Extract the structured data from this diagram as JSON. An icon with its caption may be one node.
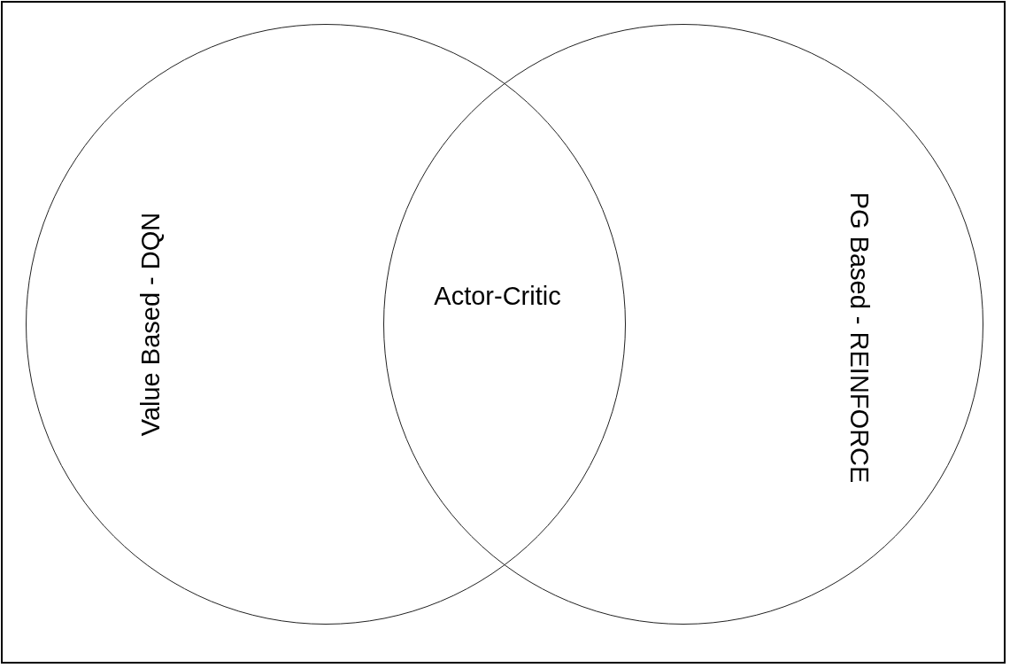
{
  "diagram": {
    "nodes": [
      {
        "text": [
          "Value Based - DQN"
        ]
      },
      {
        "text": [
          "PG Based - REINFORCE"
        ]
      }
    ],
    "labels": [
      "Actor-Critic"
    ]
  }
}
